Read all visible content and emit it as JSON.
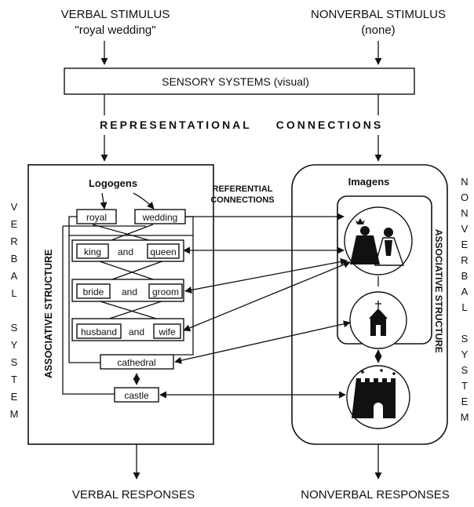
{
  "stimuli": {
    "verbal_title": "VERBAL STIMULUS",
    "verbal_value": "\"royal wedding\"",
    "nonverbal_title": "NONVERBAL STIMULUS",
    "nonverbal_value": "(none)"
  },
  "sensory": {
    "label": "SENSORY SYSTEMS (visual)"
  },
  "connections": {
    "representational_left": "REPRESENTATIONAL",
    "representational_right": "CONNECTIONS",
    "referential_line1": "REFERENTIAL",
    "referential_line2": "CONNECTIONS"
  },
  "verbal_system": {
    "side_label": [
      "V",
      "E",
      "R",
      "B",
      "A",
      "L",
      "",
      "S",
      "Y",
      "S",
      "T",
      "E",
      "M"
    ],
    "logogens_title": "Logogens",
    "associative_structure": "ASSOCIATIVE STRUCTURE",
    "words": {
      "royal": "royal",
      "wedding": "wedding",
      "king": "king",
      "and": "and",
      "queen": "queen",
      "bride": "bride",
      "groom": "groom",
      "husband": "husband",
      "wife": "wife",
      "cathedral": "cathedral",
      "castle": "castle"
    }
  },
  "nonverbal_system": {
    "side_label": [
      "N",
      "O",
      "N",
      "V",
      "E",
      "R",
      "B",
      "A",
      "L",
      "",
      "S",
      "Y",
      "S",
      "T",
      "E",
      "M"
    ],
    "imagens_title": "Imagens",
    "associative_structure": "ASSOCIATIVE STRUCTURE",
    "icons": [
      "king-queen-icon",
      "cathedral-icon",
      "castle-icon"
    ]
  },
  "responses": {
    "verbal": "VERBAL RESPONSES",
    "nonverbal": "NONVERBAL RESPONSES"
  }
}
